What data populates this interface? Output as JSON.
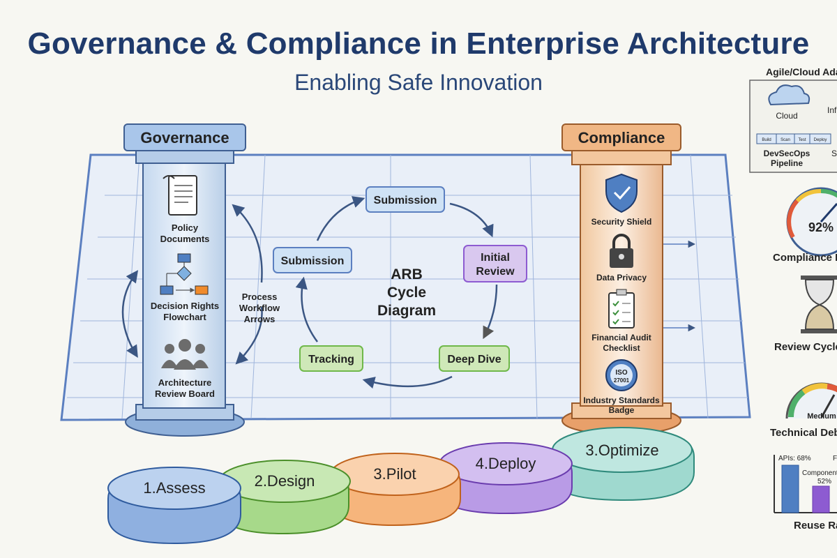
{
  "title": "Governance & Compliance in Enterprise Architecture",
  "subtitle": "Enabling Safe Innovation",
  "governance": {
    "header": "Governance",
    "items": [
      {
        "label_1": "Policy",
        "label_2": "Documents",
        "icon": "document-icon"
      },
      {
        "label_1": "Decision Rights",
        "label_2": "Flowchart",
        "icon": "flowchart-icon"
      },
      {
        "label_1": "Architecture",
        "label_2": "Review Board",
        "icon": "people-icon"
      }
    ],
    "arrows_label": [
      "Process",
      "Workflow",
      "Arrows"
    ]
  },
  "arb_cycle": {
    "center_label": [
      "ARB",
      "Cycle",
      "Diagram"
    ],
    "nodes": {
      "top": "Submission",
      "left": "Submission",
      "right": [
        "Initial",
        "Review"
      ],
      "bottom_right": "Deep Dive",
      "bottom_left": "Tracking"
    },
    "colors": {
      "blue": "#cfe2f5",
      "purple": "#d9c8ef",
      "green": "#cfe8b8"
    }
  },
  "compliance": {
    "header": "Compliance",
    "items": [
      {
        "label_1": "Security Shield",
        "label_2": "",
        "icon": "shield-icon"
      },
      {
        "label_1": "Data Privacy",
        "label_2": "",
        "icon": "lock-icon"
      },
      {
        "label_1": "Financial Audit",
        "label_2": "Checklist",
        "icon": "checklist-icon"
      },
      {
        "label_1": "Industry Standards",
        "label_2": "Badge",
        "icon": "iso-badge-icon",
        "badge_text_1": "ISO",
        "badge_text_2": "27001"
      }
    ]
  },
  "steps": [
    {
      "label": "1.Assess",
      "color": "#4f7fc2"
    },
    {
      "label": "2.Design",
      "color": "#6fb84a"
    },
    {
      "label": "3.Pilot",
      "color": "#f08b2c"
    },
    {
      "label": "4.Deploy",
      "color": "#8d5bd1"
    },
    {
      "label": "3.Optimize",
      "color": "#3fb0a0"
    }
  ],
  "right_panel": {
    "agile_title": "Agile/Cloud Ada",
    "cloud_label": "Cloud",
    "infra_label": "Inf",
    "pipeline_label_1": "DevSecOps",
    "pipeline_label_2": "Pipeline",
    "pipeline_stages": [
      "Build",
      "Scan",
      "Test",
      "Deploy"
    ],
    "pipeline_cut": "S",
    "compliance_gauge_value": "92%",
    "compliance_gauge_label": "Compliance I",
    "review_label": "Review Cycle",
    "debt_value": "Medium",
    "debt_label": "Technical Deb",
    "reuse_apis": "APIs: 68%",
    "reuse_components_1": "Components",
    "reuse_components_2": "52%",
    "reuse_cut": "F",
    "reuse_label": "Reuse Ra"
  }
}
